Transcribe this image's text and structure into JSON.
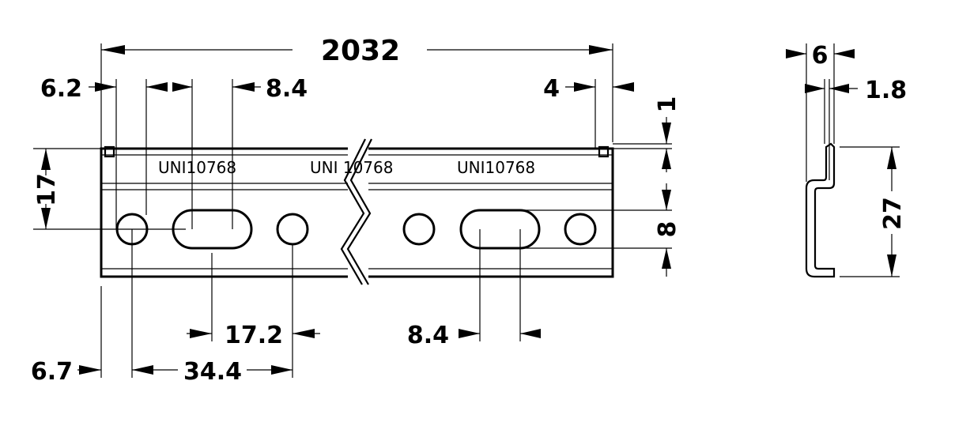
{
  "drawing": {
    "stamp_text": [
      "UNI10768",
      "UNI 10768",
      "UNI10768"
    ],
    "dimensions": {
      "overall_length": "2032",
      "left_edge_to_hole": "6.2",
      "slot_length": "8.4",
      "right_edge_offset": "4",
      "top_offset": "1",
      "height_to_holes": "17",
      "hole_height": "8",
      "hole_spacing": "17.2",
      "slot_length_bottom": "8.4",
      "left_edge_bottom": "6.7",
      "hole_pitch": "34.4",
      "profile_width": "6",
      "material_thickness": "1.8",
      "profile_height": "27"
    }
  }
}
